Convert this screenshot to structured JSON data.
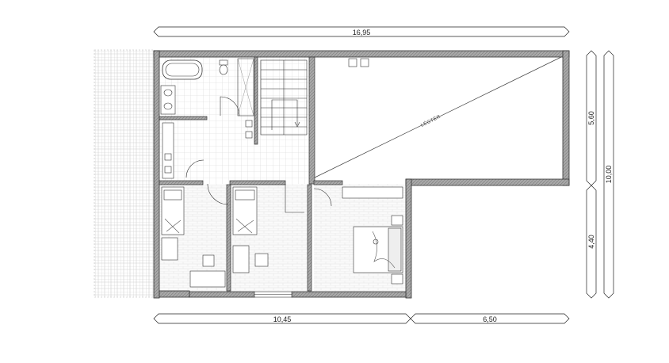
{
  "dimensions": {
    "overall_width": "16,95",
    "upper_height": "5,60",
    "overall_height": "10,00",
    "lower_height": "4,40",
    "lower_left_width": "10,45",
    "lower_right_width": "6,50"
  },
  "rooms": {
    "void_label": "LÉGTÉR"
  },
  "colors": {
    "wall_fill": "#9a9a9a",
    "line": "#333333",
    "tile": "#d8d8d8",
    "roof_hatch": "#c8c8c8"
  }
}
